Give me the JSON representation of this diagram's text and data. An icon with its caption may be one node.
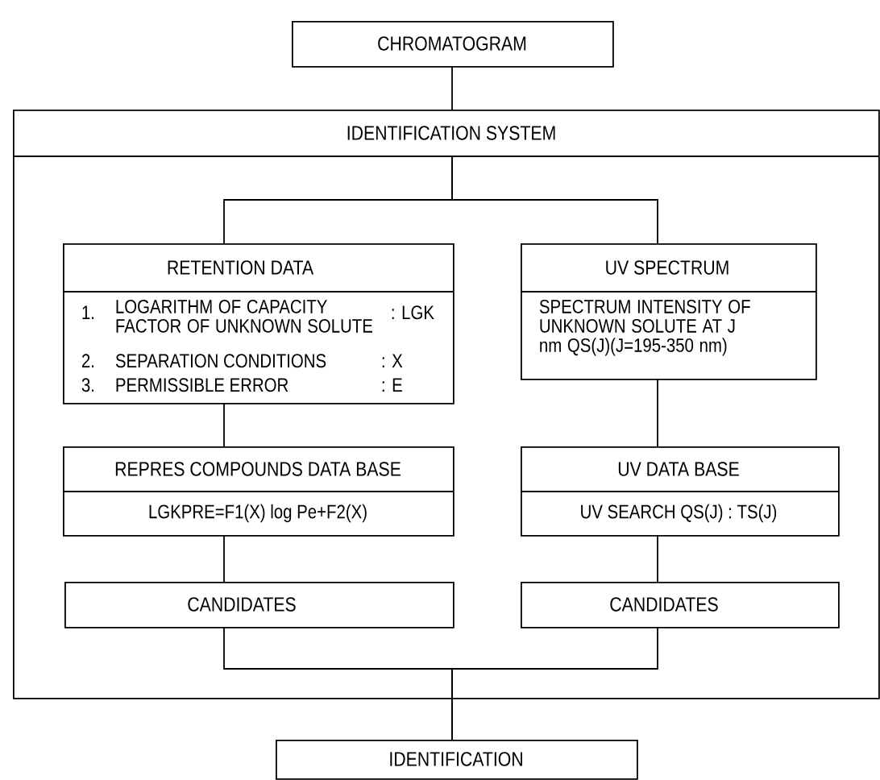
{
  "diagram": {
    "nodes": [
      {
        "text": [
          "CHROMATOGRAM"
        ]
      },
      {
        "text": [
          "IDENTIFICATION SYSTEM"
        ]
      },
      {
        "text": [
          "RETENTION DATA",
          "1.",
          "LOGARITHM OF CAPACITY FACTOR OF UNKNOWN SOLUTE",
          ": LGK",
          "2.",
          "SEPARATION CONDITIONS",
          ": X",
          "3.",
          "PERMISSIBLE ERROR",
          ": E"
        ],
        "in": 1
      },
      {
        "text": [
          "UV SPECTRUM",
          "SPECTRUM INTENSITY OF UNKNOWN SOLUTE AT J nm QS(J)(J=195-350 nm)"
        ],
        "in": 1
      },
      {
        "text": [
          "REPRES COMPOUNDS DATA BASE",
          "LGKPRE=F1(X) log Pe+F2(X)"
        ],
        "in": 1
      },
      {
        "text": [
          "UV DATA BASE",
          "UV SEARCH QS(J) : TS(J)"
        ],
        "in": 1
      },
      {
        "text": [
          "CANDIDATES"
        ],
        "in": 1
      },
      {
        "text": [
          "CANDIDATES"
        ],
        "in": 1
      },
      {
        "text": [
          "IDENTIFICATION"
        ]
      }
    ],
    "edges": [
      {
        "from": 0,
        "to": 1,
        "arrow": "none"
      },
      {
        "from": 1,
        "to": 2,
        "arrow": "none"
      },
      {
        "from": 1,
        "to": 3,
        "arrow": "none"
      },
      {
        "from": 2,
        "to": 4,
        "arrow": "none"
      },
      {
        "from": 3,
        "to": 5,
        "arrow": "none"
      },
      {
        "from": 4,
        "to": 6,
        "arrow": "none"
      },
      {
        "from": 5,
        "to": 7,
        "arrow": "none"
      },
      {
        "from": 6,
        "to": 8,
        "arrow": "none"
      },
      {
        "from": 7,
        "to": 8,
        "arrow": "none"
      }
    ]
  }
}
